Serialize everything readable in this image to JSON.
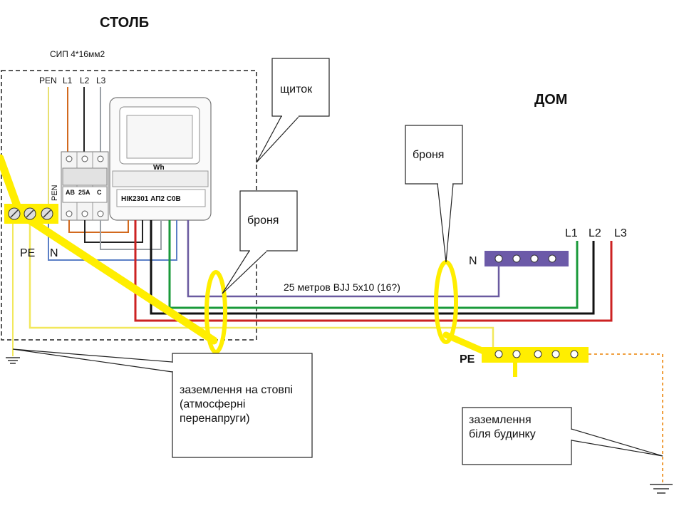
{
  "colors": {
    "pen": "#f0e68c",
    "l1": "#d2691e",
    "l2": "#222222",
    "l3": "#9aa0a6",
    "neutral_blue": "#5b7fc6",
    "red": "#cc2222",
    "green": "#1a9a3a",
    "violet": "#6a5aa0",
    "yellow": "#ffee00",
    "neutral_bar": "#6c5aa8",
    "earth_orange": "#f0a040"
  },
  "titles": {
    "pole": "СТОЛБ",
    "house": "ДОМ"
  },
  "pole": {
    "sip_label": "СИП 4*16мм2",
    "wire_labels": [
      "PEN",
      "L1",
      "L2",
      "L3"
    ],
    "breaker_pen": "PEN",
    "breaker_marks": [
      "AB",
      "25A",
      "C"
    ],
    "meter_wh": "Wh",
    "meter_model": "НІК2301  АП2  С0В",
    "pe_label": "PE",
    "n_label": "N"
  },
  "callouts": {
    "panel": "щиток",
    "armor_left": "броня",
    "armor_right": "броня",
    "ground_pole": "заземлення на стовпі (атмосферні перенапруги)",
    "ground_house": "заземлення біля будинку"
  },
  "cable_label": "25 метров ВJJ 5х10 (16?)",
  "house": {
    "phase_labels": [
      "L1",
      "L2",
      "L3"
    ],
    "n_label": "N",
    "pe_label": "PE"
  }
}
